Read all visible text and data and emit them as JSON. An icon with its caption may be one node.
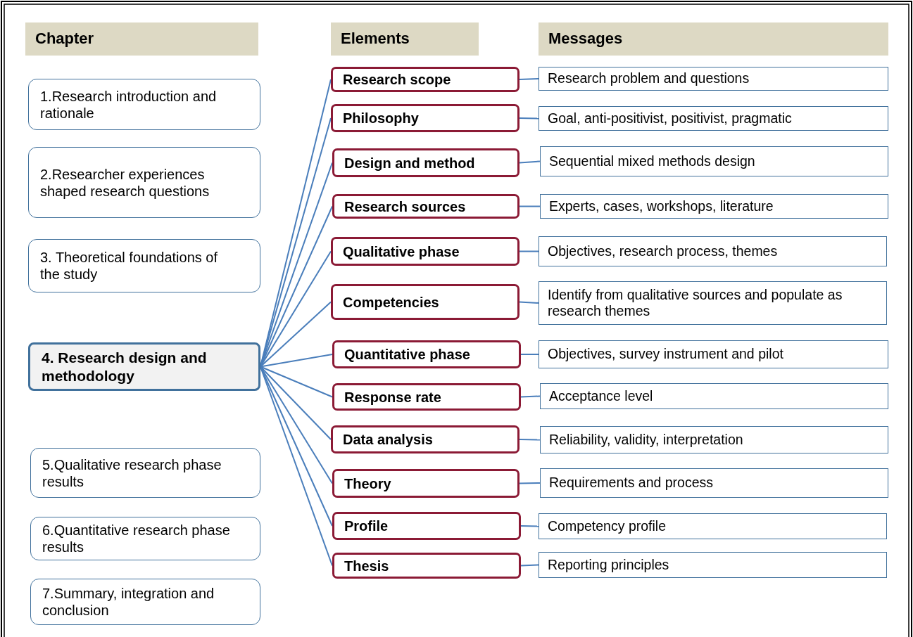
{
  "diagram": {
    "nodes": [
      {
        "text": [
          "Chapter"
        ]
      },
      {
        "text": [
          "Elements"
        ]
      },
      {
        "text": [
          "Messages"
        ]
      },
      {
        "text": [
          "1.Research introduction and rationale"
        ]
      },
      {
        "text": [
          "2.Researcher experiences shaped research questions"
        ]
      },
      {
        "text": [
          "3. Theoretical foundations of the study"
        ]
      },
      {
        "text": [
          "4. Research design and methodology"
        ]
      },
      {
        "text": [
          "5.Qualitative research phase results"
        ]
      },
      {
        "text": [
          "6.Quantitative research phase results"
        ]
      },
      {
        "text": [
          "7.Summary, integration and conclusion"
        ]
      },
      {
        "text": [
          "Research scope"
        ]
      },
      {
        "text": [
          "Philosophy"
        ]
      },
      {
        "text": [
          "Design and method"
        ]
      },
      {
        "text": [
          "Research sources"
        ]
      },
      {
        "text": [
          "Qualitative phase"
        ]
      },
      {
        "text": [
          "Competencies"
        ]
      },
      {
        "text": [
          "Quantitative phase"
        ]
      },
      {
        "text": [
          "Response rate"
        ]
      },
      {
        "text": [
          "Data analysis"
        ]
      },
      {
        "text": [
          "Theory"
        ]
      },
      {
        "text": [
          "Profile"
        ]
      },
      {
        "text": [
          "Thesis"
        ]
      },
      {
        "text": [
          "Research problem and questions"
        ]
      },
      {
        "text": [
          "Goal, anti-positivist, positivist, pragmatic"
        ]
      },
      {
        "text": [
          "Sequential mixed methods design"
        ]
      },
      {
        "text": [
          "Experts, cases, workshops, literature"
        ]
      },
      {
        "text": [
          "Objectives, research process, themes"
        ]
      },
      {
        "text": [
          "Identify from qualitative sources and populate as research themes"
        ]
      },
      {
        "text": [
          "Objectives, survey instrument and pilot"
        ]
      },
      {
        "text": [
          "Acceptance level"
        ]
      },
      {
        "text": [
          "Reliability, validity, interpretation"
        ]
      },
      {
        "text": [
          "Requirements and process"
        ]
      },
      {
        "text": [
          "Competency profile"
        ]
      },
      {
        "text": [
          "Reporting principles"
        ]
      }
    ],
    "edges": [
      {
        "from": 6,
        "to": 10,
        "arrow": "none"
      },
      {
        "from": 6,
        "to": 11,
        "arrow": "none"
      },
      {
        "from": 6,
        "to": 12,
        "arrow": "none"
      },
      {
        "from": 6,
        "to": 13,
        "arrow": "none"
      },
      {
        "from": 6,
        "to": 14,
        "arrow": "none"
      },
      {
        "from": 6,
        "to": 15,
        "arrow": "none"
      },
      {
        "from": 6,
        "to": 16,
        "arrow": "none"
      },
      {
        "from": 6,
        "to": 17,
        "arrow": "none"
      },
      {
        "from": 6,
        "to": 18,
        "arrow": "none"
      },
      {
        "from": 6,
        "to": 19,
        "arrow": "none"
      },
      {
        "from": 6,
        "to": 20,
        "arrow": "none"
      },
      {
        "from": 6,
        "to": 21,
        "arrow": "none"
      },
      {
        "from": 10,
        "to": 22,
        "arrow": "none"
      },
      {
        "from": 11,
        "to": 23,
        "arrow": "none"
      },
      {
        "from": 12,
        "to": 24,
        "arrow": "none"
      },
      {
        "from": 13,
        "to": 25,
        "arrow": "none"
      },
      {
        "from": 14,
        "to": 26,
        "arrow": "none"
      },
      {
        "from": 15,
        "to": 27,
        "arrow": "none"
      },
      {
        "from": 16,
        "to": 28,
        "arrow": "none"
      },
      {
        "from": 17,
        "to": 29,
        "arrow": "none"
      },
      {
        "from": 18,
        "to": 30,
        "arrow": "none"
      },
      {
        "from": 19,
        "to": 31,
        "arrow": "none"
      },
      {
        "from": 20,
        "to": 32,
        "arrow": "none"
      },
      {
        "from": 21,
        "to": 33,
        "arrow": "none"
      }
    ]
  }
}
